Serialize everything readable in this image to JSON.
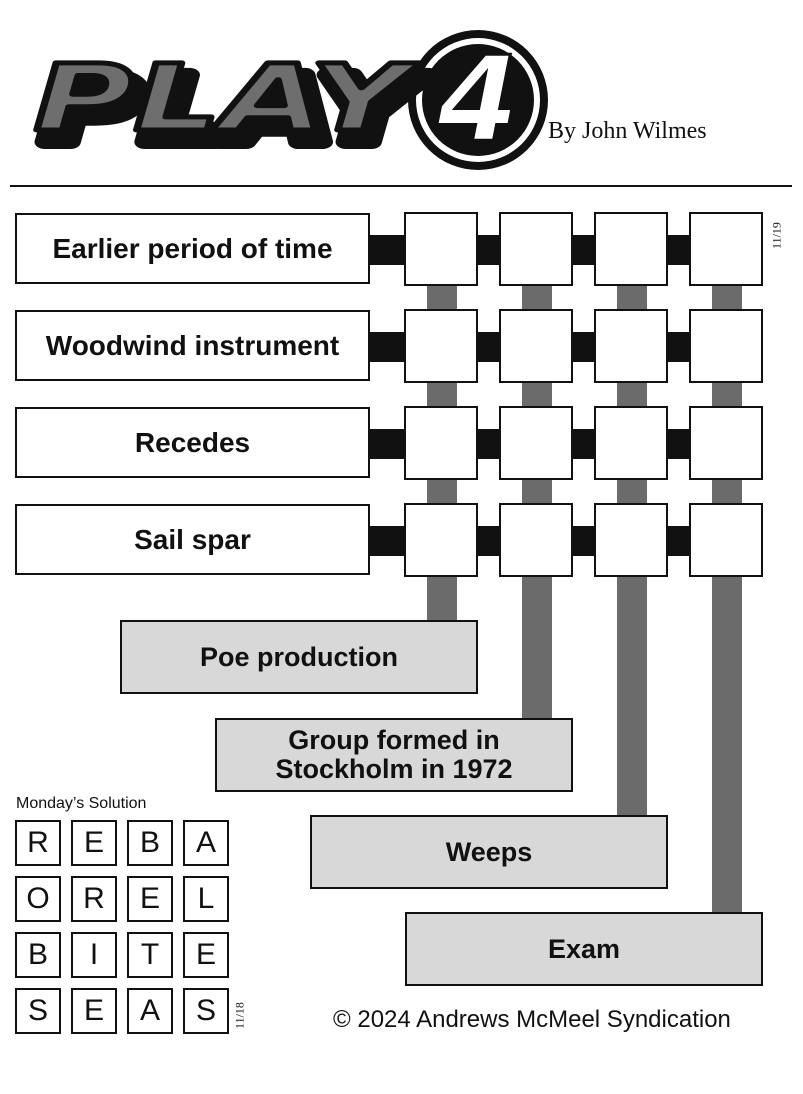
{
  "header": {
    "logo_text": "PLAY",
    "logo_number": "4",
    "byline": "By John Wilmes"
  },
  "puzzle": {
    "date": "11/19",
    "row_clues": [
      "Earlier period of time",
      "Woodwind instrument",
      "Recedes",
      "Sail spar"
    ],
    "column_clues": [
      [
        "Poe production"
      ],
      [
        "Group formed in",
        "Stockholm in 1972"
      ],
      [
        "Weeps"
      ],
      [
        "Exam"
      ]
    ]
  },
  "solution": {
    "title": "Monday’s Solution",
    "date": "11/18",
    "grid": [
      [
        "R",
        "E",
        "B",
        "A"
      ],
      [
        "O",
        "R",
        "E",
        "L"
      ],
      [
        "B",
        "I",
        "T",
        "E"
      ],
      [
        "S",
        "E",
        "A",
        "S"
      ]
    ]
  },
  "footer": {
    "copyright": "© 2024 Andrews McMeel Syndication"
  }
}
